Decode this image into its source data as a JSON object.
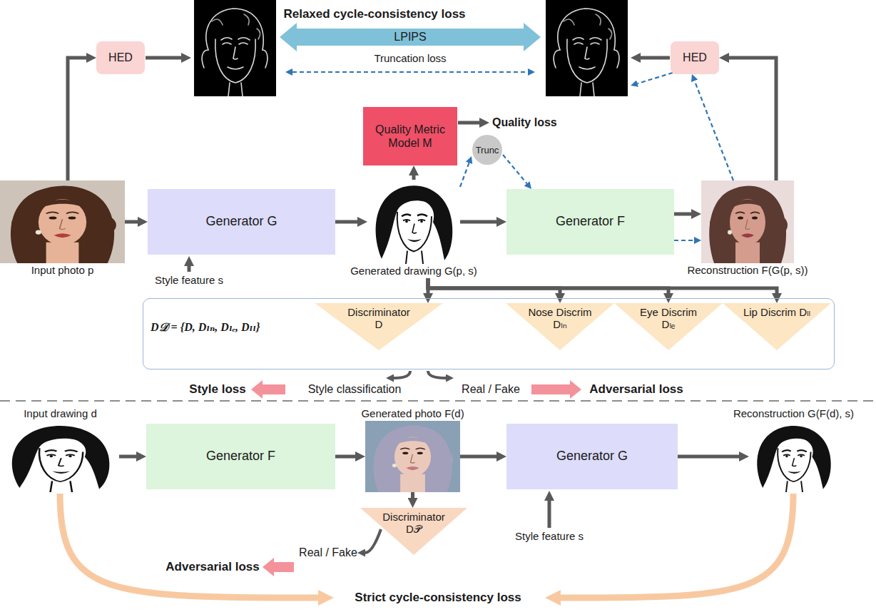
{
  "diagram": {
    "nodes": [
      {
        "text": [
          "HED"
        ]
      },
      {
        "text": [
          "HED"
        ]
      },
      {
        "text": [
          "Quality Metric Model M"
        ]
      },
      {
        "text": [
          "Trunc"
        ]
      },
      {
        "text": [
          "Input photo p"
        ]
      },
      {
        "text": [
          "Generator G"
        ]
      },
      {
        "text": [
          "Generated drawing G(p, s)"
        ]
      },
      {
        "text": [
          "Generator F"
        ]
      },
      {
        "text": [
          "Reconstruction F(G(p, s))"
        ]
      },
      {
        "text": [
          "D𝒟 = {D, Dₗₙ, Dₗₑ, Dₗₗ}"
        ]
      },
      {
        "text": [
          "Discriminator D"
        ],
        "in": 9
      },
      {
        "text": [
          "Nose Discrim Dₗₙ"
        ],
        "in": 9
      },
      {
        "text": [
          "Eye Discrim Dₗₑ"
        ],
        "in": 9
      },
      {
        "text": [
          "Lip Discrim Dₗₗ"
        ],
        "in": 9
      },
      {
        "text": [
          "Input drawing d"
        ]
      },
      {
        "text": [
          "Generator F"
        ]
      },
      {
        "text": [
          "Generated photo F(d)"
        ]
      },
      {
        "text": [
          "Generator G"
        ]
      },
      {
        "text": [
          "Reconstruction G(F(d), s)"
        ]
      },
      {
        "text": [
          "Discriminator D𝒫"
        ]
      }
    ],
    "edges": [
      {
        "from": 4,
        "to": 0,
        "arrow": "to"
      },
      {
        "from": 8,
        "to": 1,
        "arrow": "to"
      },
      {
        "from": 8,
        "to": 1,
        "arrow": "to"
      },
      {
        "from": 6,
        "to": 2,
        "arrow": "to"
      },
      {
        "from": 6,
        "to": 3,
        "arrow": "to"
      },
      {
        "from": 3,
        "to": 7,
        "arrow": "to"
      },
      {
        "from": 4,
        "to": 5,
        "arrow": "to"
      },
      {
        "from": 5,
        "to": 6,
        "arrow": "to"
      },
      {
        "from": 6,
        "to": 7,
        "arrow": "to"
      },
      {
        "from": 7,
        "to": 8,
        "arrow": "to"
      },
      {
        "from": 7,
        "to": 8,
        "arrow": "to"
      },
      {
        "from": 6,
        "to": 10,
        "arrow": "to"
      },
      {
        "from": 6,
        "to": 11,
        "arrow": "to"
      },
      {
        "from": 6,
        "to": 12,
        "arrow": "to"
      },
      {
        "from": 6,
        "to": 13,
        "arrow": "to"
      },
      {
        "from": 14,
        "to": 15,
        "arrow": "to"
      },
      {
        "from": 15,
        "to": 16,
        "arrow": "to"
      },
      {
        "from": 16,
        "to": 17,
        "arrow": "to"
      },
      {
        "from": 17,
        "to": 18,
        "arrow": "to"
      },
      {
        "from": 16,
        "to": 19,
        "arrow": "to"
      }
    ],
    "labels": [
      "Relaxed cycle-consistency loss",
      "LPIPS",
      "Truncation loss",
      "Quality loss",
      "Style feature s",
      "Style loss",
      "Style classification",
      "Real / Fake",
      "Adversarial loss",
      "Real / Fake",
      "Adversarial loss",
      "Style feature s",
      "Strict cycle-consistency loss"
    ]
  }
}
